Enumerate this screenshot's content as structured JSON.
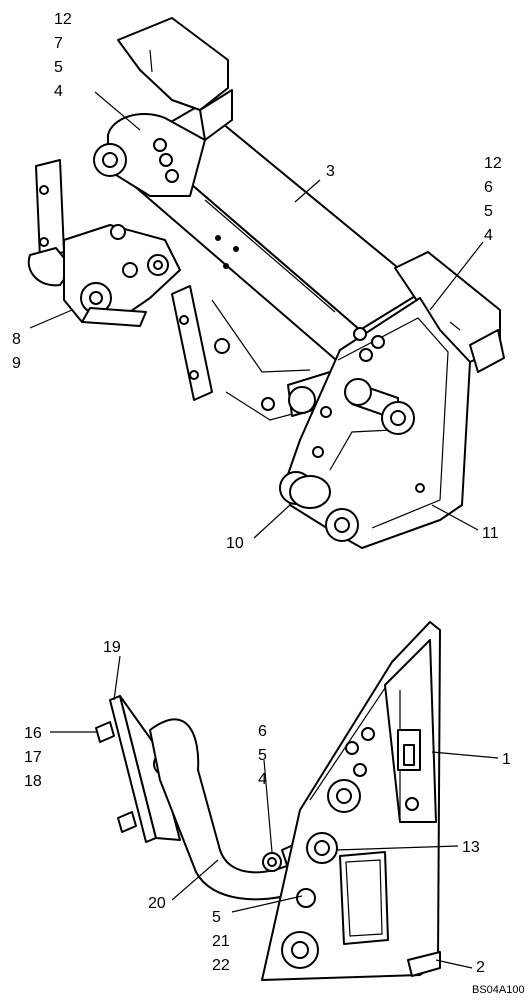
{
  "upper_assembly": {
    "callouts": {
      "c12a": "12",
      "c7": "7",
      "c5a": "5",
      "c4a": "4",
      "c3": "3",
      "c12b": "12",
      "c6a": "6",
      "c5b": "5",
      "c4b": "4",
      "c8": "8",
      "c9": "9",
      "c10": "10",
      "c11": "11"
    }
  },
  "lower_assembly": {
    "callouts": {
      "c19": "19",
      "c16": "16",
      "c17": "17",
      "c18": "18",
      "c6": "6",
      "c5": "5",
      "c4": "4",
      "c1": "1",
      "c13": "13",
      "c20": "20",
      "c5c": "5",
      "c21": "21",
      "c22": "22",
      "c2": "2"
    }
  },
  "figure_code": "BS04A100"
}
